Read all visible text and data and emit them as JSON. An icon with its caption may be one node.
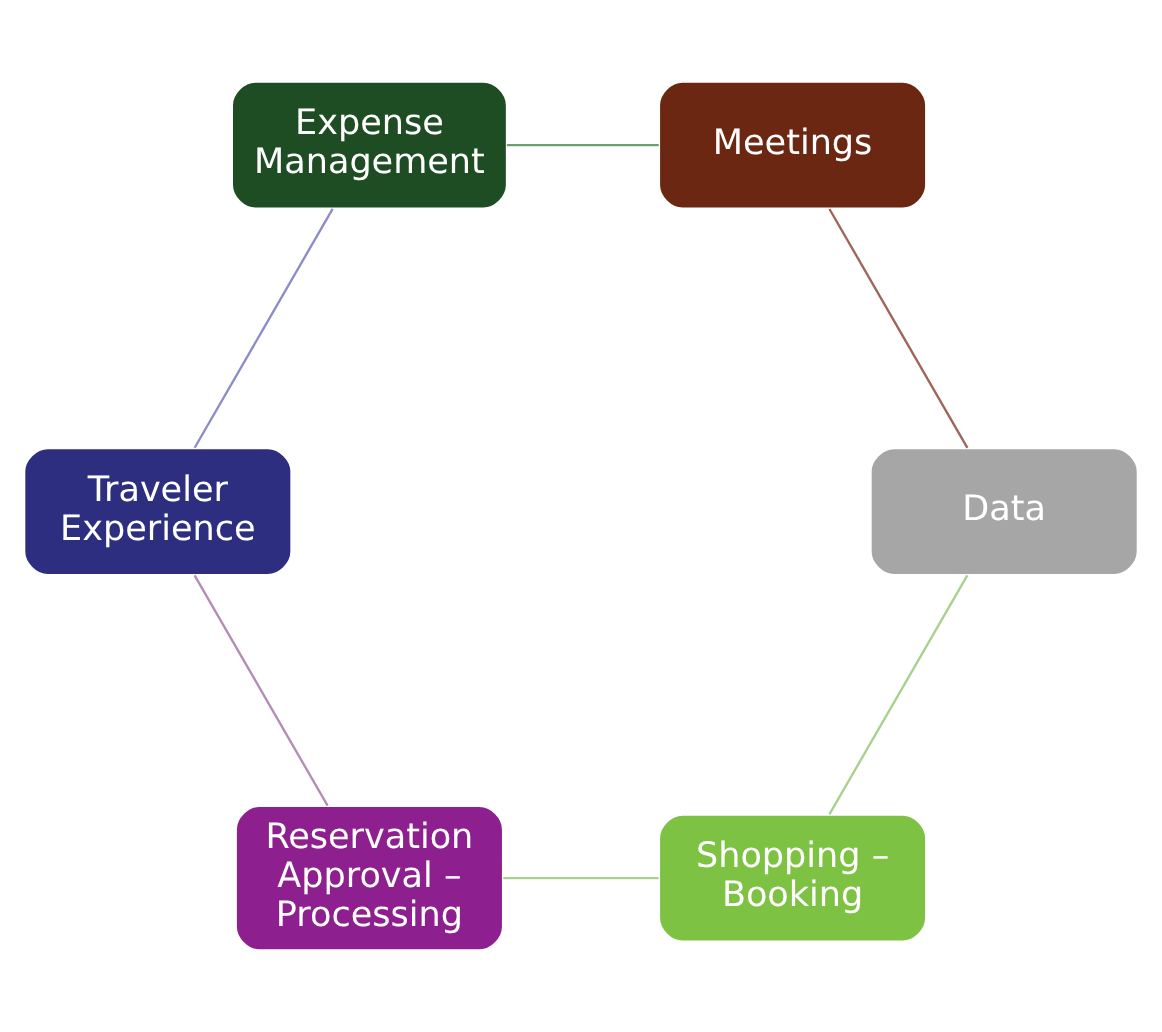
{
  "diagram": {
    "nodes": [
      {
        "text": [
          "Shopping – Booking"
        ]
      },
      {
        "text": [
          "Data"
        ]
      },
      {
        "text": [
          "Reservation Approval – Processing"
        ]
      },
      {
        "text": [
          "Meetings"
        ]
      },
      {
        "text": [
          "Traveler Experience"
        ]
      },
      {
        "text": [
          "Expense Management"
        ]
      }
    ],
    "edges": [
      {
        "from": 0,
        "to": 2,
        "arrow": "none",
        "color": "#a9d18e"
      },
      {
        "from": 2,
        "to": 4,
        "arrow": "none",
        "color": "#b48cb4"
      },
      {
        "from": 4,
        "to": 5,
        "arrow": "none",
        "color": "#8c8cc8"
      },
      {
        "from": 5,
        "to": 3,
        "arrow": "none",
        "color": "#6f9f6f"
      },
      {
        "from": 3,
        "to": 1,
        "arrow": "none",
        "color": "#a0645a"
      },
      {
        "from": 1,
        "to": 0,
        "arrow": "none",
        "color": "#a9d18e"
      }
    ]
  }
}
